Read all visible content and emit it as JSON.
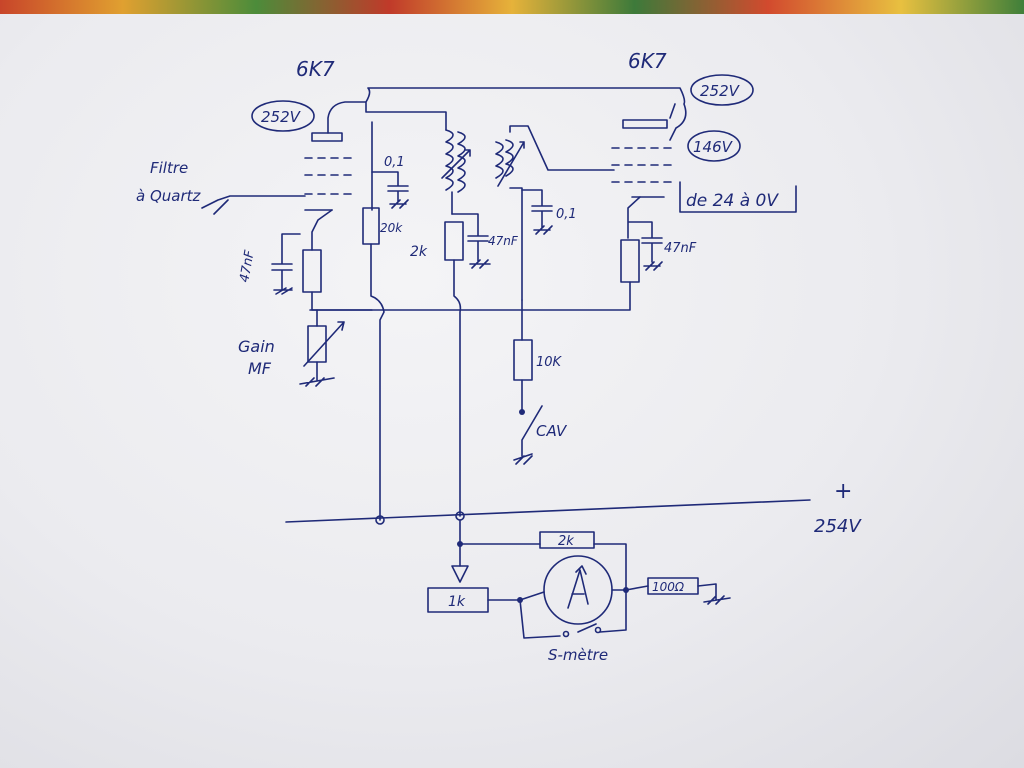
{
  "tubes": {
    "left": {
      "label": "6K7",
      "anode_voltage": "252V"
    },
    "right": {
      "label": "6K7",
      "anode_voltage": "252V",
      "screen_voltage": "146V"
    }
  },
  "cathode_range": "de 24 à 0V",
  "input_label": {
    "line1": "Filtre",
    "line2": "à Quartz"
  },
  "gain_label": {
    "line1": "Gain",
    "line2": "MF"
  },
  "components": {
    "cap_left_cathode": "47nF",
    "cap_screen_left": "0,1",
    "res_screen_left": "20k",
    "res_left_mid": "2k",
    "cap_mid": "47nF",
    "cap_screen_right": "0,1",
    "cap_right_cathode": "47nF",
    "res_cav": "10K",
    "cav_switch": "CAV",
    "res_bridge_top": "2k",
    "pot_bridge": "1k",
    "res_ground": "100Ω",
    "meter_label": "S-mètre"
  },
  "supply": {
    "polarity": "+",
    "voltage": "254V"
  },
  "colors": {
    "ink": "#1f2a78",
    "paper": "#efeff3"
  }
}
